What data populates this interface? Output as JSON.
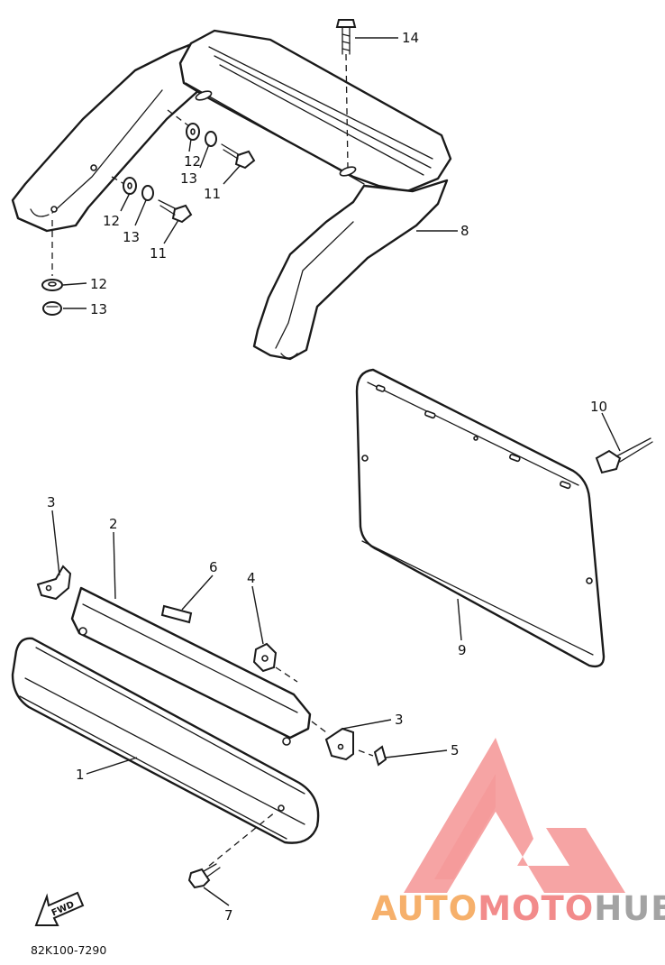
{
  "diagram": {
    "part_code": "82K100-7290",
    "fwd_label": "FWD",
    "callouts": {
      "c1": "1",
      "c2": "2",
      "c3a": "3",
      "c3b": "3",
      "c4": "4",
      "c5": "5",
      "c6": "6",
      "c7": "7",
      "c8": "8",
      "c9": "9",
      "c10": "10",
      "c11a": "11",
      "c11b": "11",
      "c12a": "12",
      "c12b": "12",
      "c12c": "12",
      "c13a": "13",
      "c13b": "13",
      "c13c": "13",
      "c14": "14"
    }
  },
  "watermark": {
    "auto": "AUTO",
    "moto": "MOTO",
    "hub": "HUB",
    "colors": {
      "auto": "#f6b06b",
      "moto": "#f28b8b",
      "hub": "#a3a3a3",
      "logo": "#f59a9a"
    }
  }
}
